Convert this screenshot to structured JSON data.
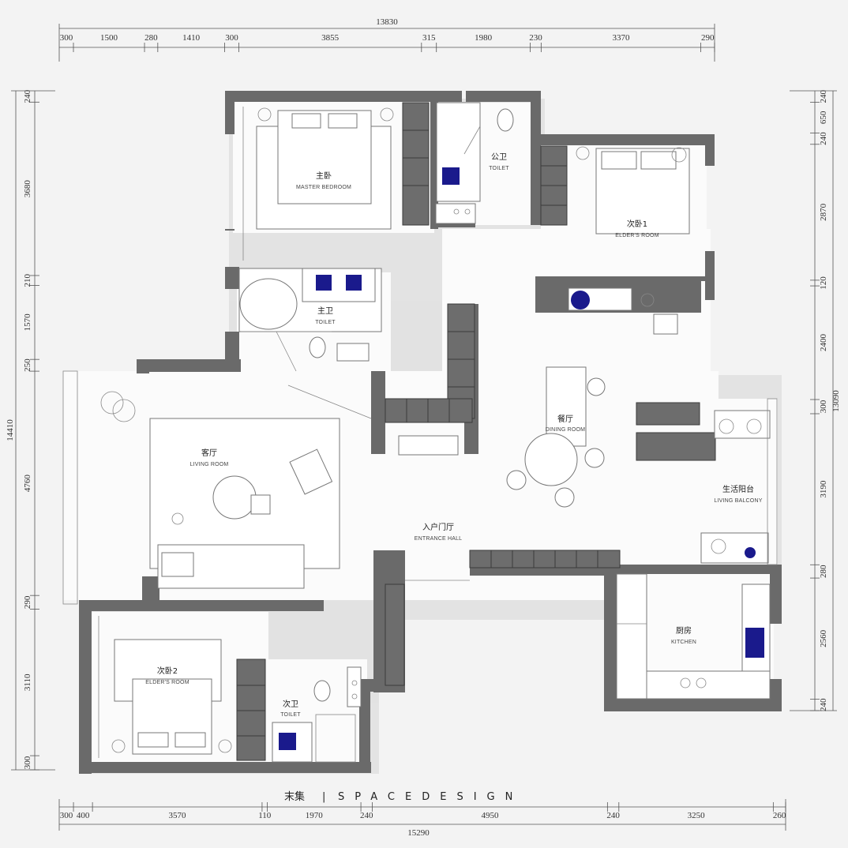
{
  "dimensions": {
    "top_total": "13830",
    "top": [
      "300",
      "1500",
      "280",
      "1410",
      "300",
      "3855",
      "315",
      "1980",
      "230",
      "3370",
      "290"
    ],
    "bottom_total": "15290",
    "bottom": [
      "300",
      "400",
      "3570",
      "110",
      "1970",
      "240",
      "4950",
      "240",
      "3250",
      "260"
    ],
    "left_total": "14410",
    "left": [
      "240",
      "3680",
      "210",
      "1570",
      "250",
      "4760",
      "290",
      "3110",
      "300"
    ],
    "right_total": "13090",
    "right": [
      "240",
      "650",
      "240",
      "2870",
      "120",
      "2400",
      "300",
      "3190",
      "280",
      "2560",
      "240"
    ]
  },
  "rooms": {
    "master_bedroom": {
      "cn": "主卧",
      "en": "MASTER BEDROOM"
    },
    "public_toilet": {
      "cn": "公卫",
      "en": "TOILET"
    },
    "elder_room_1": {
      "cn": "次卧1",
      "en": "ELDER'S ROOM"
    },
    "master_bath": {
      "cn": "主卫",
      "en": "TOILET"
    },
    "living_room": {
      "cn": "客厅",
      "en": "LIVING ROOM"
    },
    "dining_room": {
      "cn": "餐厅",
      "en": "DINING ROOM"
    },
    "entrance_hall": {
      "cn": "入户门厅",
      "en": "ENTRANCE HALL"
    },
    "living_balcony": {
      "cn": "生活阳台",
      "en": "LIVING BALCONY"
    },
    "kitchen": {
      "cn": "厨房",
      "en": "KITCHEN"
    },
    "elder_room_2": {
      "cn": "次卧2",
      "en": "ELDER'S ROOM"
    },
    "second_toilet": {
      "cn": "次卫",
      "en": "TOILET"
    }
  },
  "brand": {
    "name": "末集",
    "separator": "|",
    "design": "SPACEDESIGN"
  },
  "colors": {
    "wall": "#6a6a6a",
    "accent_blue": "#1a1a8c",
    "paper": "#f3f3f3"
  }
}
